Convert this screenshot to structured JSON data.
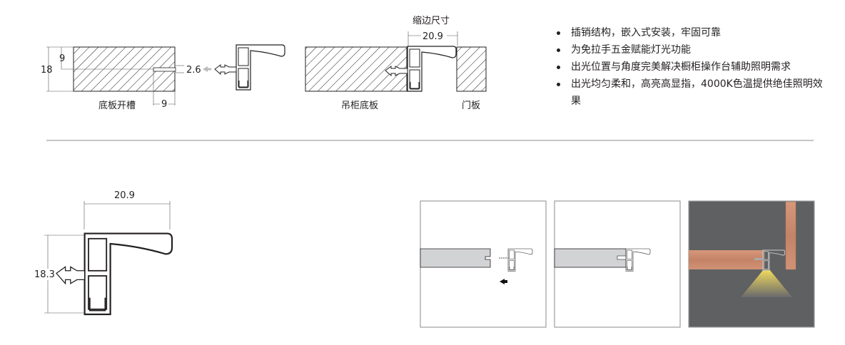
{
  "diagram_slot": {
    "label": "底板开槽",
    "dim_thickness": "18",
    "dim_slot_depth_from_top": "9",
    "dim_slot_width": "2.6",
    "dim_slot_length": "9"
  },
  "diagram_installed": {
    "title": "缩边尺寸",
    "dim_width": "20.9",
    "label_board": "吊柜底板",
    "label_door": "门板"
  },
  "features": [
    "插销结构，嵌入式安装，牢固可靠",
    "为免拉手五金赋能灯光功能",
    "出光位置与角度完美解决橱柜操作台辅助照明需求",
    "出光均匀柔和，高亮高显指，4000K色温提供绝佳照明效果"
  ],
  "profile": {
    "dim_width": "20.9",
    "dim_height": "18.3"
  },
  "colors": {
    "line": "#231f20",
    "panel_border": "#9d9d9d",
    "board_gray": "#d2d3d5",
    "dark_bg": "#5f6062",
    "wood": "#c98a6c",
    "light": "#f2dc6a"
  }
}
